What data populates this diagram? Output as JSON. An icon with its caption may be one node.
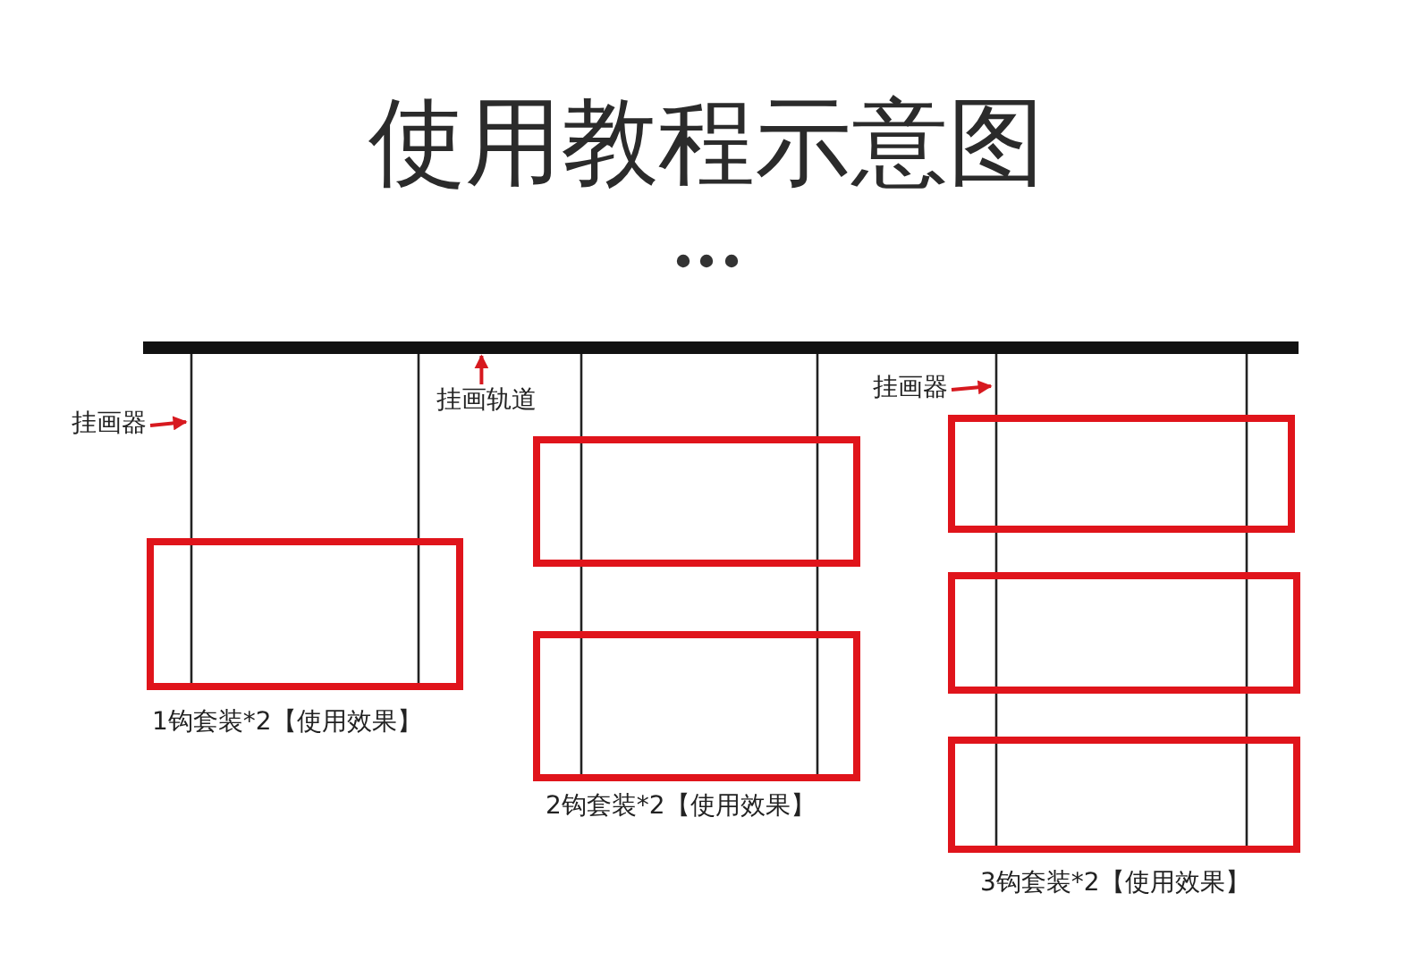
{
  "diagram": {
    "title": "使用教程示意图",
    "nodes": [
      {
        "text": [],
        "shape": "bar"
      },
      {
        "text": [
          "挂画器"
        ]
      },
      {
        "text": [
          "挂画轨道"
        ]
      },
      {
        "text": [
          "挂画器"
        ]
      },
      {
        "text": [],
        "shape": "box",
        "beside": [
          "1钩套装*2【使用效果】"
        ]
      },
      {
        "text": [],
        "shape": "box"
      },
      {
        "text": [],
        "shape": "box",
        "beside": [
          "2钩套装*2【使用效果】"
        ]
      },
      {
        "text": [],
        "shape": "box"
      },
      {
        "text": [],
        "shape": "box"
      },
      {
        "text": [],
        "shape": "box",
        "beside": [
          "3钩套装*2【使用效果】"
        ]
      }
    ],
    "edges": [
      {
        "from": 1,
        "to": null,
        "arrow": "to",
        "color": "#d7191f"
      },
      {
        "from": 2,
        "to": 0,
        "arrow": "to",
        "color": "#d7191f"
      },
      {
        "from": 3,
        "to": null,
        "arrow": "to",
        "color": "#d7191f"
      },
      {
        "from": 0,
        "to": 4,
        "arrow": "none"
      },
      {
        "from": 0,
        "to": 4,
        "arrow": "none"
      },
      {
        "from": 0,
        "to": 5,
        "arrow": "none"
      },
      {
        "from": 0,
        "to": 5,
        "arrow": "none"
      },
      {
        "from": 5,
        "to": 6,
        "arrow": "none"
      },
      {
        "from": 5,
        "to": 6,
        "arrow": "none"
      },
      {
        "from": 0,
        "to": 7,
        "arrow": "none"
      },
      {
        "from": 0,
        "to": 7,
        "arrow": "none"
      },
      {
        "from": 7,
        "to": 8,
        "arrow": "none"
      },
      {
        "from": 7,
        "to": 8,
        "arrow": "none"
      },
      {
        "from": 8,
        "to": 9,
        "arrow": "none"
      },
      {
        "from": 8,
        "to": 9,
        "arrow": "none"
      }
    ]
  }
}
